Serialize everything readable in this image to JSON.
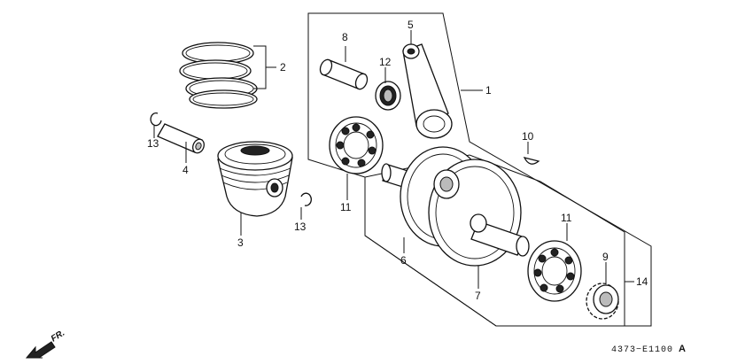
{
  "diagram": {
    "callouts": [
      {
        "id": "c1",
        "text": "1"
      },
      {
        "id": "c2",
        "text": "2"
      },
      {
        "id": "c3",
        "text": "3"
      },
      {
        "id": "c4",
        "text": "4"
      },
      {
        "id": "c5",
        "text": "5"
      },
      {
        "id": "c6",
        "text": "6"
      },
      {
        "id": "c7",
        "text": "7"
      },
      {
        "id": "c8",
        "text": "8"
      },
      {
        "id": "c9",
        "text": "9"
      },
      {
        "id": "c10",
        "text": "10"
      },
      {
        "id": "c11a",
        "text": "11"
      },
      {
        "id": "c11b",
        "text": "11"
      },
      {
        "id": "c12",
        "text": "12"
      },
      {
        "id": "c13a",
        "text": "13"
      },
      {
        "id": "c13b",
        "text": "13"
      },
      {
        "id": "c14",
        "text": "14"
      }
    ],
    "direction_label": "FR.",
    "drawing_code": "4373−E1100",
    "drawing_revision": "A"
  }
}
